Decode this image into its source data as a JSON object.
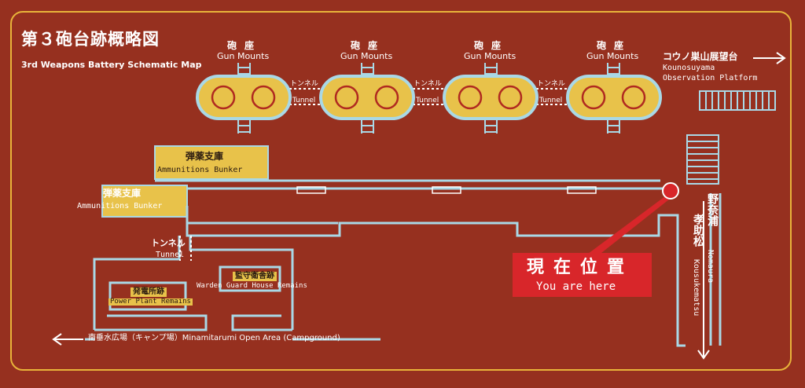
{
  "title": {
    "ja": "第３砲台跡概略図",
    "en": "3rd Weapons Battery Schematic Map"
  },
  "gun_mounts": [
    {
      "ja": "砲座",
      "en": "Gun Mounts"
    },
    {
      "ja": "砲座",
      "en": "Gun Mounts"
    },
    {
      "ja": "砲座",
      "en": "Gun Mounts"
    },
    {
      "ja": "砲座",
      "en": "Gun Mounts"
    }
  ],
  "tunnels_top": [
    {
      "ja": "トンネル",
      "en": "Tunnel"
    },
    {
      "ja": "トンネル",
      "en": "Tunnel"
    },
    {
      "ja": "トンネル",
      "en": "Tunnel"
    }
  ],
  "observation": {
    "ja": "コウノ巣山展望台",
    "en1": "Kounosuyama",
    "en2": "Observation Platform"
  },
  "ammo_upper": {
    "ja": "弾薬支庫",
    "en": "Ammunitions Bunker"
  },
  "ammo_lower": {
    "ja": "弾薬支庫",
    "en": "Ammunitions Bunker"
  },
  "tunnel_left": {
    "ja": "トンネル",
    "en": "Tunnel"
  },
  "power_plant": {
    "ja": "発電所跡",
    "en": "Power Plant Remains"
  },
  "guard_house": {
    "ja": "監守衛舎跡",
    "en": "Warden Guard House Remains"
  },
  "minamitarumi": {
    "text": "南垂水広場（キャンプ場）Minamitarumi Open Area (Campground)"
  },
  "you_are_here": {
    "ja": "現在位置",
    "en": "You are here"
  },
  "nomaura": {
    "ja1": "野奈浦",
    "ja2": "孝助松",
    "en1": "Nomaura",
    "en2": "Kousukematsu"
  },
  "colors": {
    "background": "#96301f",
    "path": "#a9d8e6",
    "highlight": "#e8c24a",
    "marker": "#d8262a",
    "frame": "#e8b43a"
  }
}
